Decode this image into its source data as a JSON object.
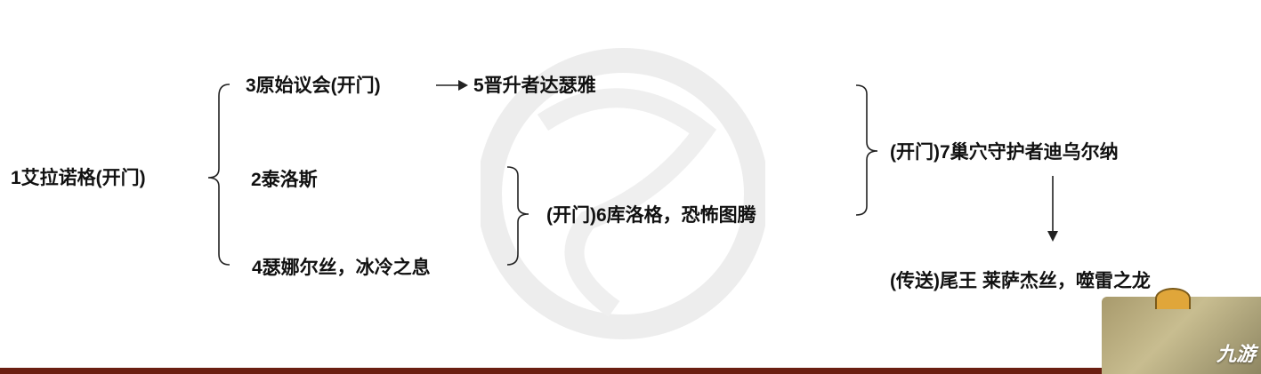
{
  "colors": {
    "text": "#111111",
    "line": "#222222",
    "bar": "#6b1f12",
    "watermark": "#ececec"
  },
  "nodes": {
    "n1": "1艾拉诺格(开门)",
    "n3": "3原始议会(开门)",
    "n5": "5晋升者达瑟雅",
    "n2": "2泰洛斯",
    "n4": "4瑟娜尔丝，冰冷之息",
    "n6": "(开门)6库洛格，恐怖图腾",
    "n7": "(开门)7巢穴守护者迪乌尔纳",
    "n8": "(传送)尾王 莱萨杰丝，噬雷之龙"
  },
  "badge": {
    "logo": "九游"
  }
}
